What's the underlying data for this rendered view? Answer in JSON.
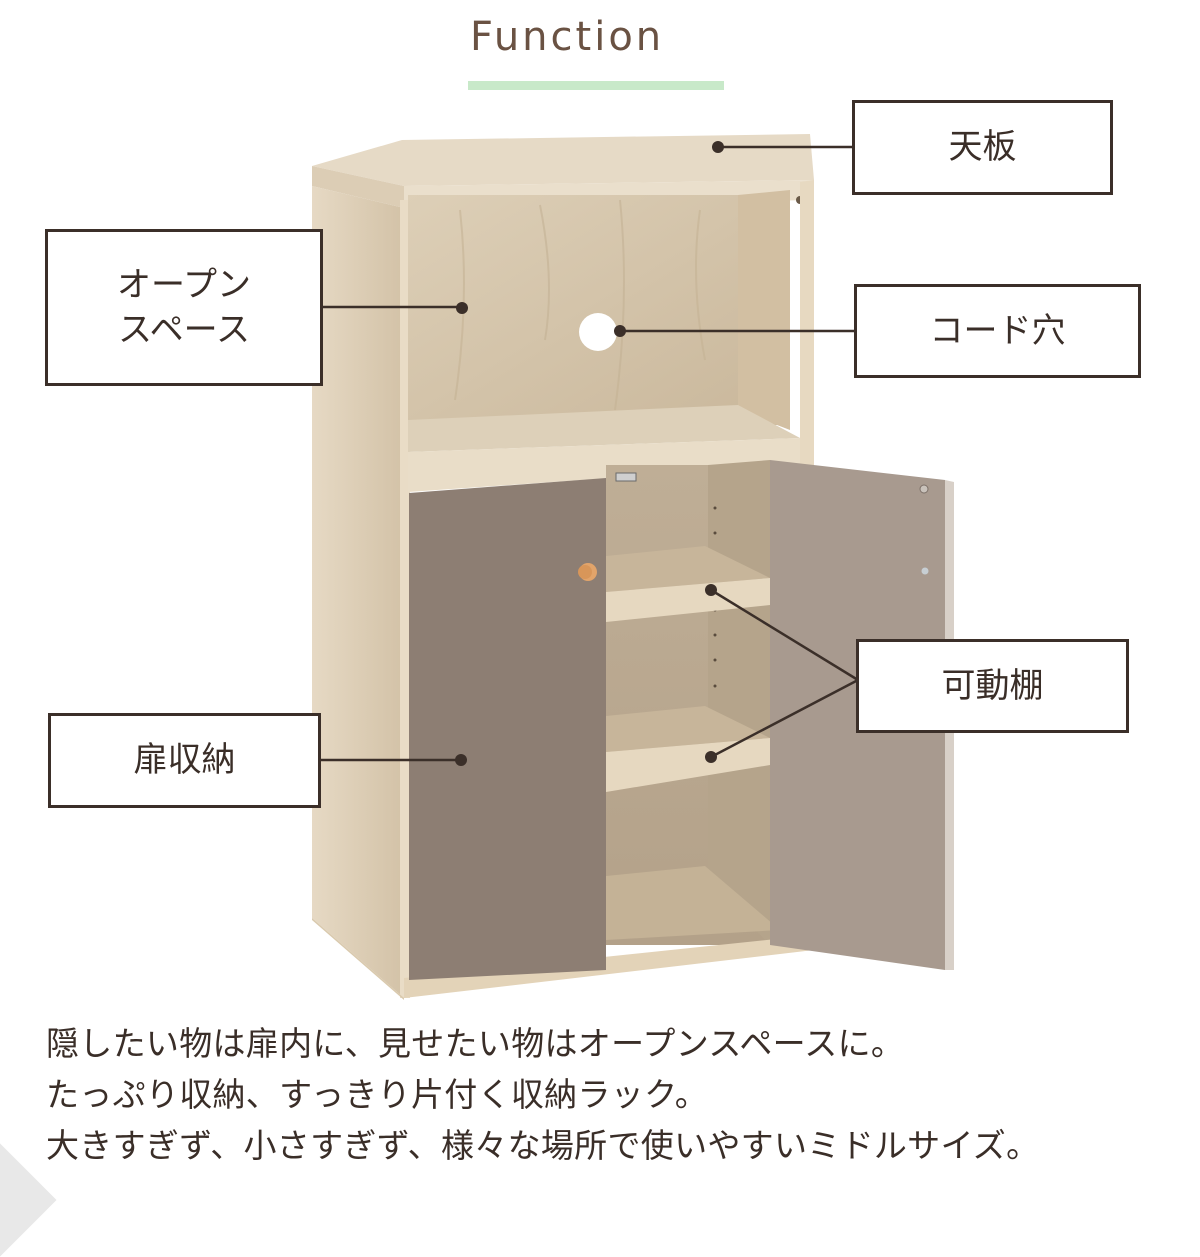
{
  "header": {
    "title": "Function",
    "underline_color": "#c8e9c9",
    "title_color": "#6a5243"
  },
  "labels": {
    "top_board": "天板",
    "open_space_line1": "オープン",
    "open_space_line2": "スペース",
    "cord_hole": "コード穴",
    "adjustable_shelf": "可動棚",
    "door_storage": "扉収納"
  },
  "description": {
    "lines": [
      "隠したい物は扉内に、見せたい物はオープンスペースに。",
      "たっぷり収納、すっきり片付く収納ラック。",
      "大きすぎず、小さすぎず、様々な場所で使いやすいミドルサイズ。"
    ]
  },
  "colors": {
    "wood_light": "#e3d5bf",
    "wood_mid": "#d6c6ac",
    "door": "#8d7e73",
    "door_inner": "#a89a8f",
    "line": "#3b2f29"
  }
}
